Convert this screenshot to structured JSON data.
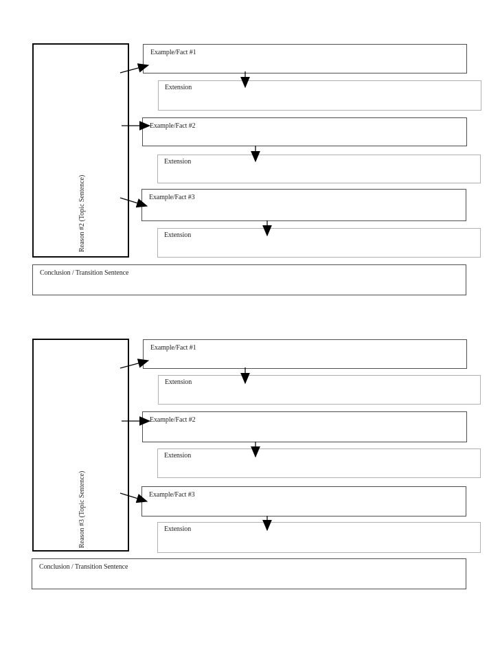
{
  "colors": {
    "page_background": "#ffffff",
    "example_box_border": "#4d4d4d",
    "extension_box_border": "#b0b0b3",
    "reason_box_border": "#0a0a0a",
    "arrow": "#000000",
    "text": "#1f1f1f"
  },
  "sections": [
    {
      "reason_label": "Reason #2 (Topic Sentence)",
      "conclusion_label": "Conclusion / Transition Sentence",
      "rows": [
        {
          "example_label": "Example/Fact #1",
          "extension_label": "Extension"
        },
        {
          "example_label": "Example/Fact #2",
          "extension_label": "Extension"
        },
        {
          "example_label": "Example/Fact #3",
          "extension_label": "Extension"
        }
      ]
    },
    {
      "reason_label": "Reason #3 (Topic Sentence)",
      "conclusion_label": "Conclusion / Transition Sentence",
      "rows": [
        {
          "example_label": "Example/Fact #1",
          "extension_label": "Extension"
        },
        {
          "example_label": "Example/Fact #2",
          "extension_label": "Extension"
        },
        {
          "example_label": "Example/Fact #3",
          "extension_label": "Extension"
        }
      ]
    }
  ]
}
